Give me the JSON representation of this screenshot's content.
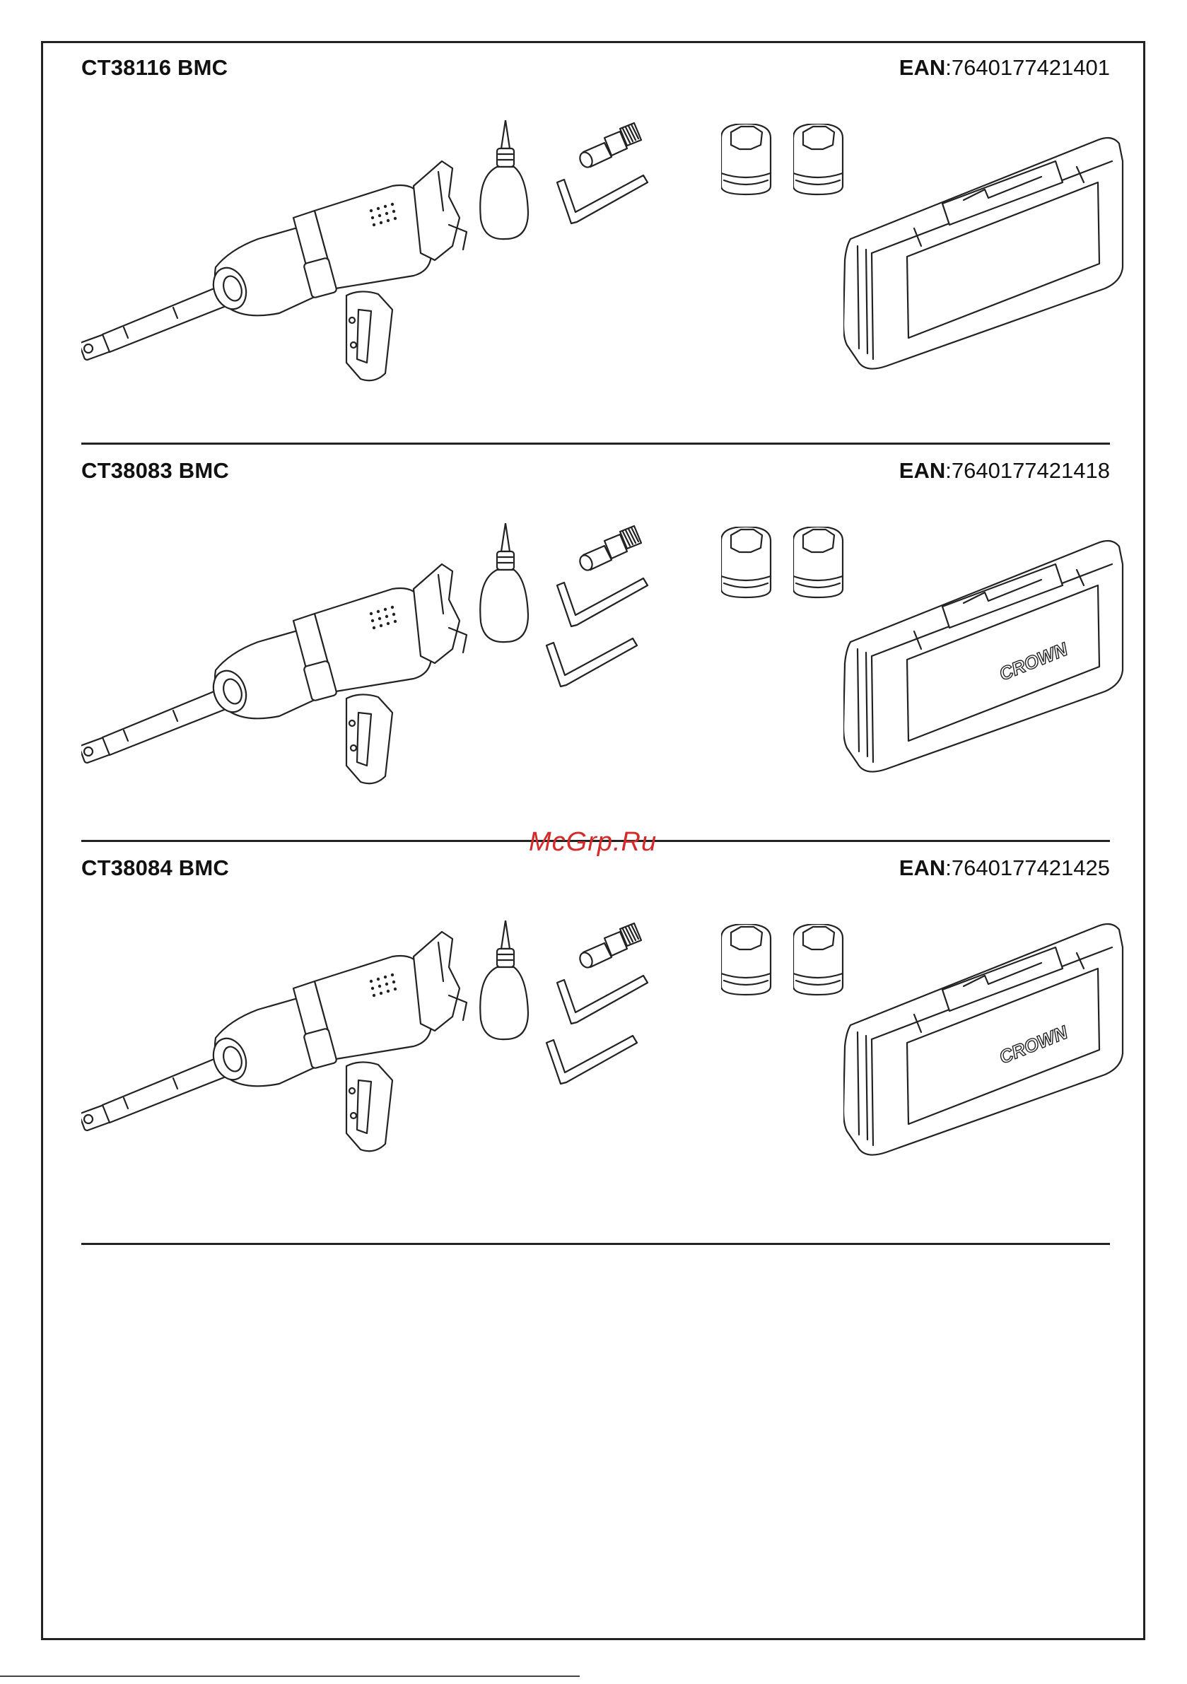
{
  "sections": [
    {
      "model": "CT38116 BMC",
      "ean_label": "EAN",
      "ean_value": ":7640177421401",
      "case_logo": ""
    },
    {
      "model": "CT38083 BMC",
      "ean_label": "EAN",
      "ean_value": ":7640177421418",
      "case_logo": "CROWN"
    },
    {
      "model": "CT38084 BMC",
      "ean_label": "EAN",
      "ean_value": ":7640177421425",
      "case_logo": "CROWN"
    }
  ],
  "watermark": "McGrp.Ru",
  "icons": [
    "impact-wrench-icon",
    "side-handle-icon",
    "oil-bottle-icon",
    "air-fitting-icon",
    "hex-key-icon",
    "impact-socket-icon",
    "carry-case-icon"
  ],
  "colors": {
    "line": "#222222",
    "watermark": "#d42a2a"
  }
}
